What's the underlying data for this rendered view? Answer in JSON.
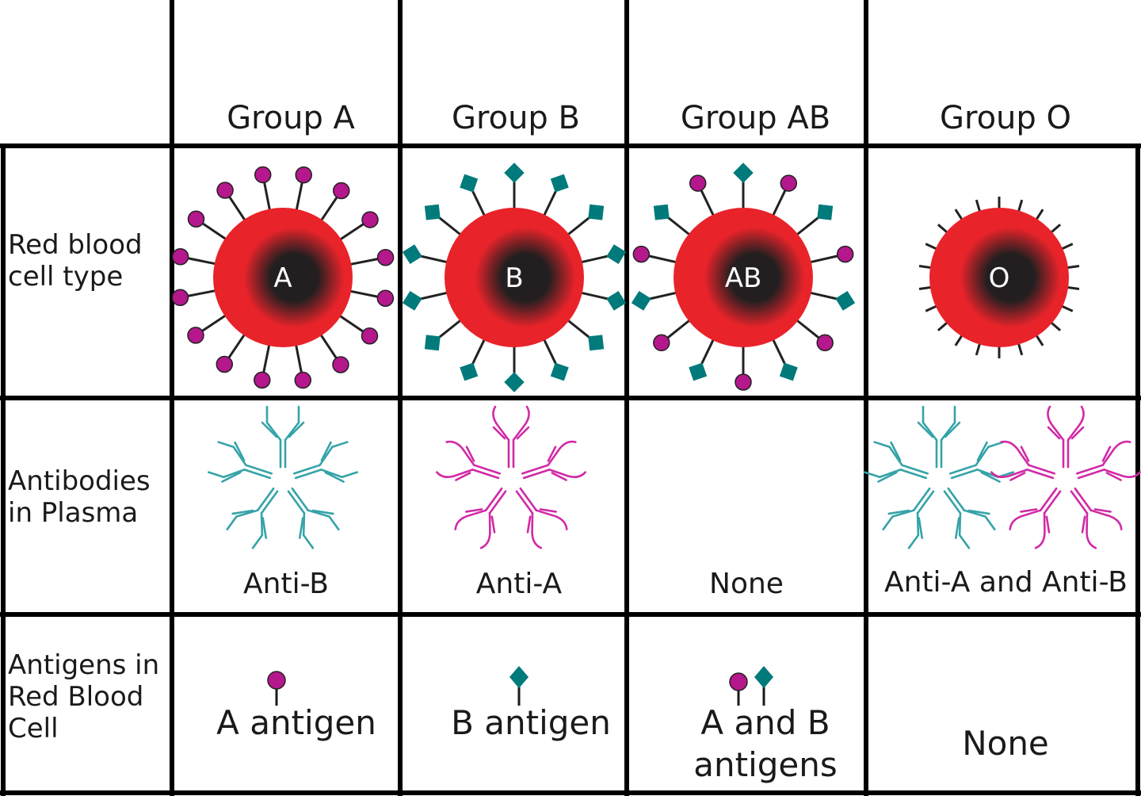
{
  "columns": [
    {
      "header": "Group A",
      "cell_label": "A",
      "antibodies": "Anti-B",
      "antigens": "A antigen"
    },
    {
      "header": "Group B",
      "cell_label": "B",
      "antibodies": "Anti-A",
      "antigens": "B antigen"
    },
    {
      "header": "Group AB",
      "cell_label": "AB",
      "antibodies": "None",
      "antigens": "A and B\nantigens"
    },
    {
      "header": "Group O",
      "cell_label": "O",
      "antibodies": "Anti-A and Anti-B",
      "antigens": "None"
    }
  ],
  "rows": {
    "cell_type": "Red blood\ncell type",
    "antibodies": "Antibodies\nin Plasma",
    "antigens": "Antigens in\nRed Blood\nCell"
  },
  "colors": {
    "cell_red": "#e8232a",
    "nucleus": "#231f20",
    "antigen_a": "#b5178c",
    "antigen_b": "#007a7a",
    "anti_b_antibody": "#35a3a8",
    "anti_a_antibody": "#d12aa6",
    "grid": "#000000"
  },
  "icons": [
    "antigen-a-lollipop-icon",
    "antigen-b-diamond-icon",
    "antibody-y-icon"
  ]
}
